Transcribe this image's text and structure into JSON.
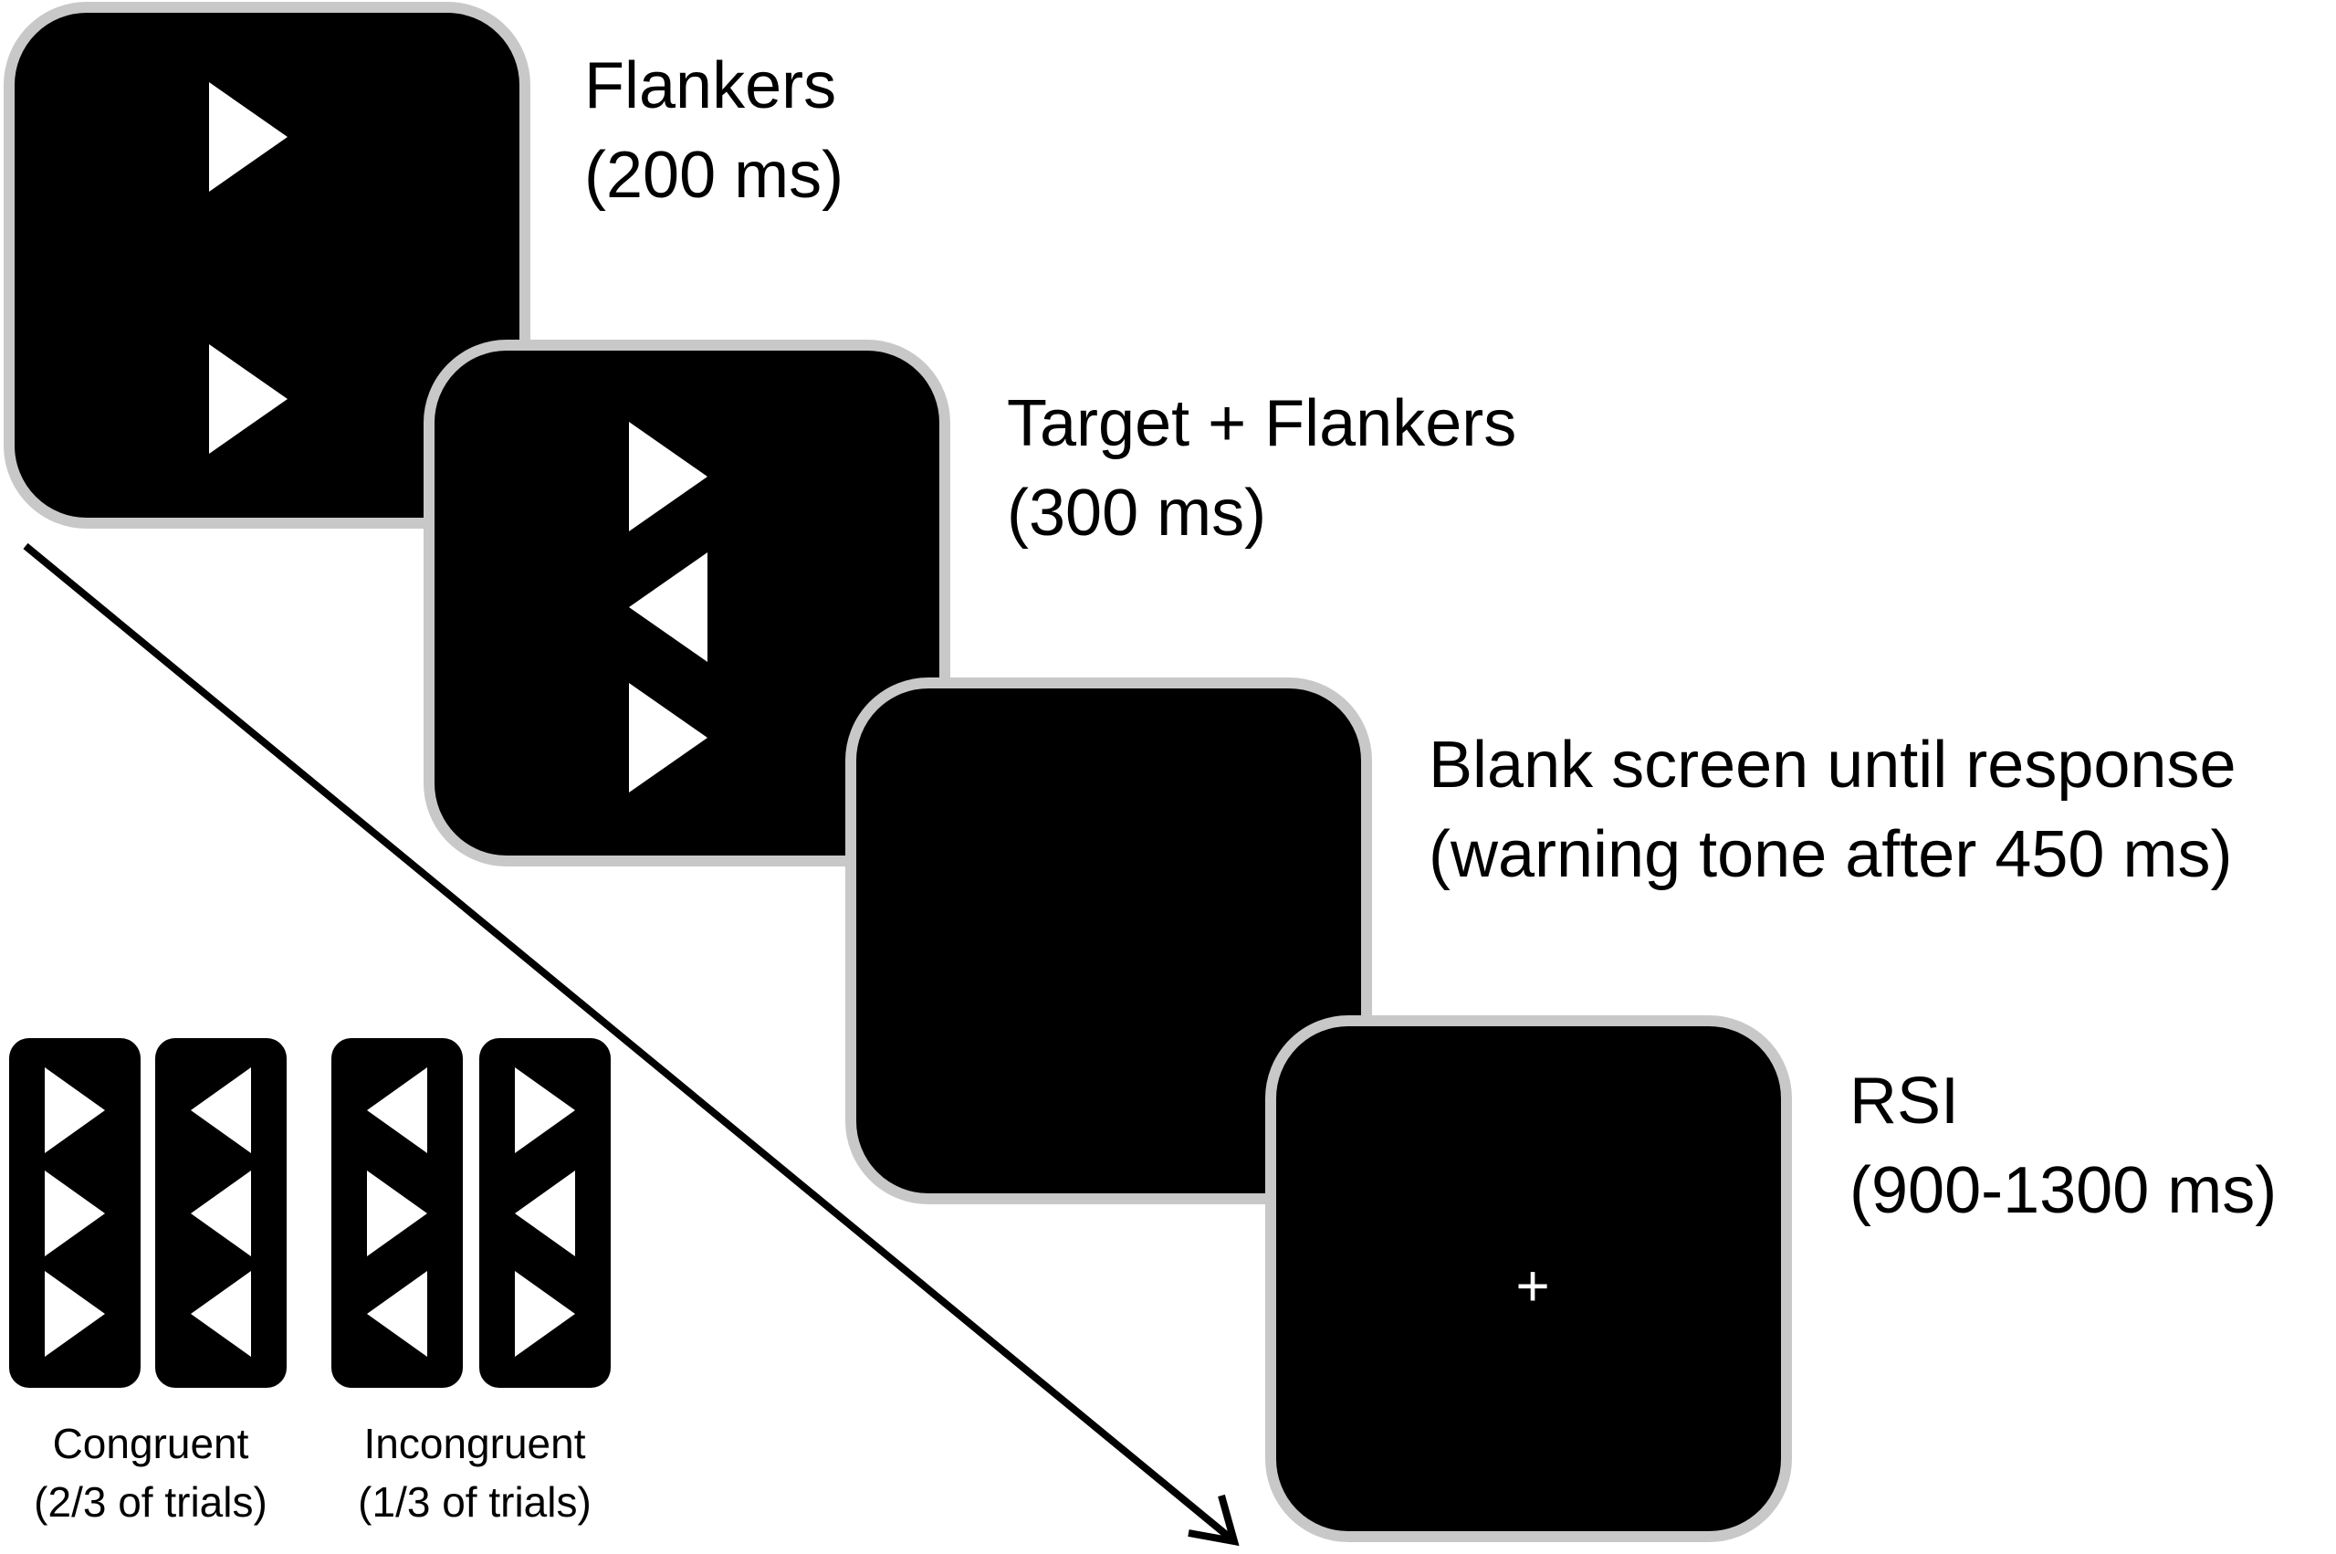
{
  "screens": [
    {
      "id": "flankers",
      "name": "Flankers",
      "duration": "(200 ms)",
      "arrows": [
        "right",
        "right"
      ]
    },
    {
      "id": "target-flankers",
      "name": "Target + Flankers",
      "duration": "(300 ms)",
      "arrows": [
        "right",
        "left",
        "right"
      ]
    },
    {
      "id": "blank",
      "name": "Blank screen until response",
      "duration": "(warning tone after 450 ms)",
      "arrows": []
    },
    {
      "id": "rsi",
      "name": "RSI",
      "duration": "(900-1300 ms)",
      "center_symbol": "+"
    }
  ],
  "conditions": [
    {
      "name": "Congruent",
      "proportion": "(2/3 of trials)",
      "examples": [
        [
          "right",
          "right",
          "right"
        ],
        [
          "left",
          "left",
          "left"
        ]
      ]
    },
    {
      "name": "Incongruent",
      "proportion": "(1/3 of trials)",
      "examples": [
        [
          "left",
          "right",
          "left"
        ],
        [
          "right",
          "left",
          "right"
        ]
      ]
    }
  ],
  "colors": {
    "screen_fill": "#000000",
    "screen_border": "#c8c8c8",
    "stimulus": "#ffffff"
  }
}
